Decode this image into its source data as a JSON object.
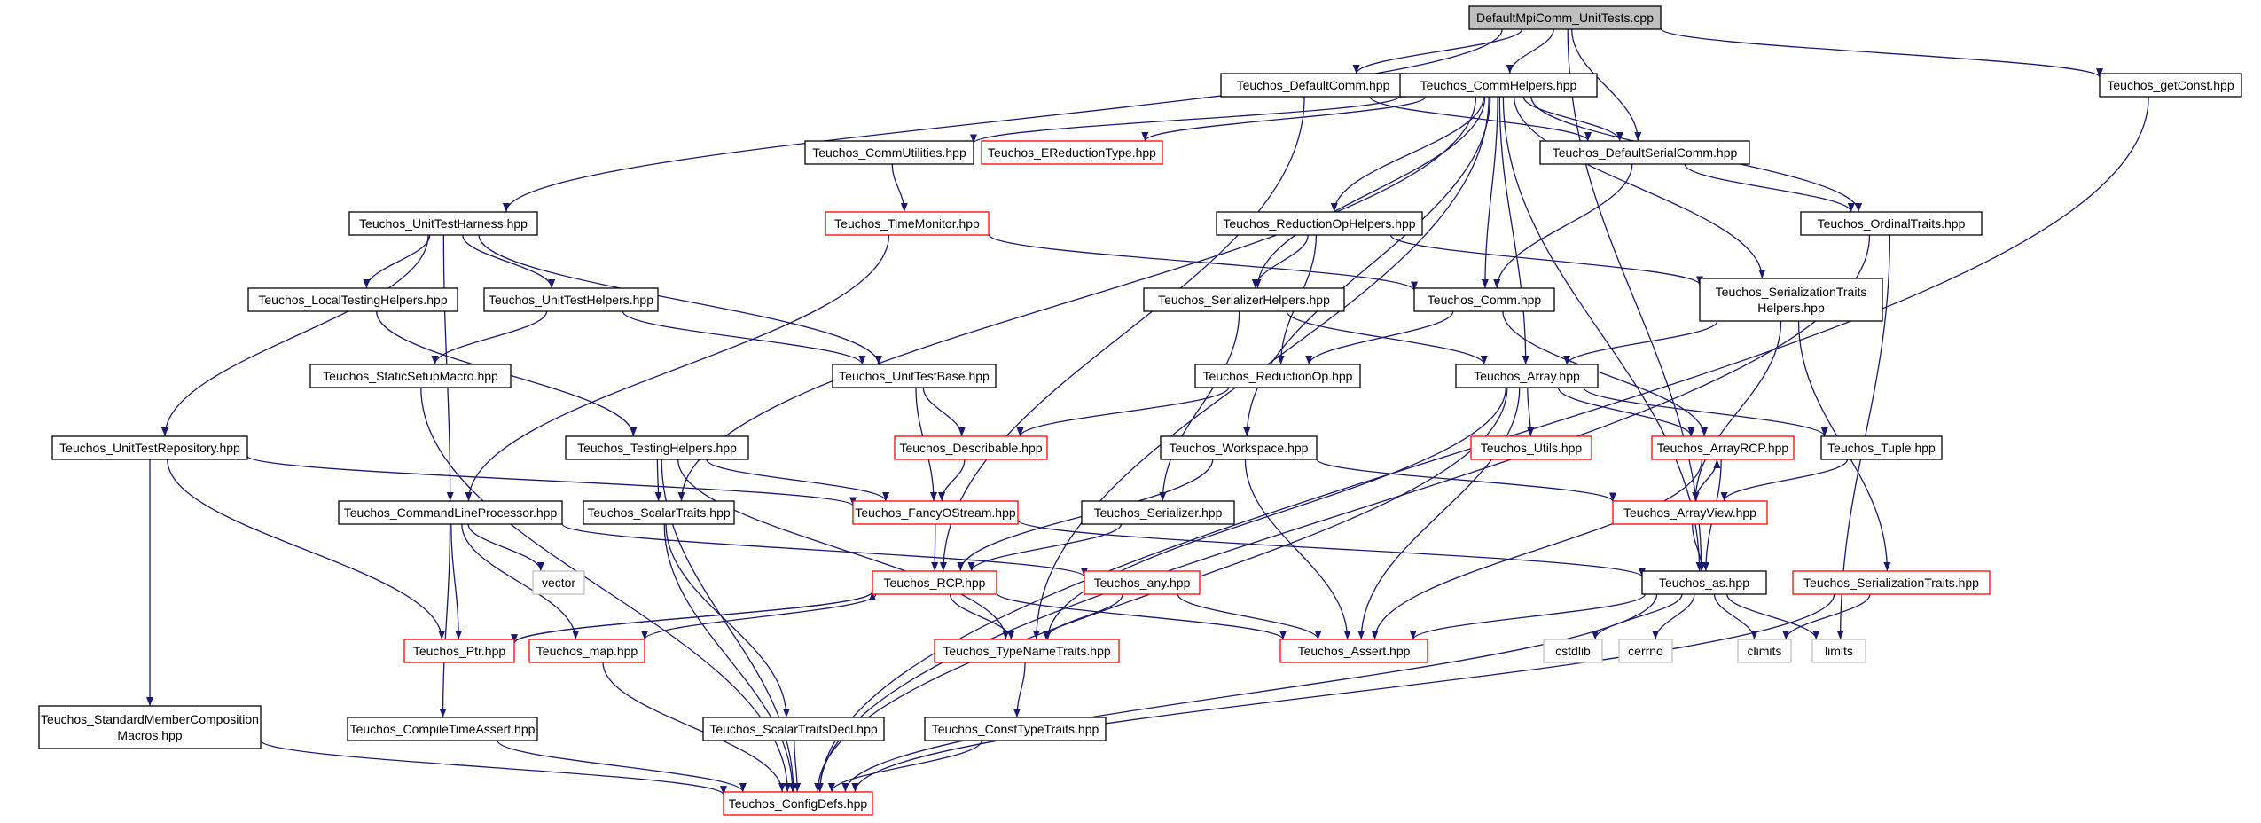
{
  "diagram": {
    "type": "include-dependency-graph",
    "colors": {
      "edge": "#191970",
      "root_fill": "#bfbfbf",
      "documented_border": "#000000",
      "truncated_border": "#ff0000",
      "external_border": "#bfbfbf"
    },
    "nodes": [
      {
        "id": "root",
        "label": "DefaultMpiComm_UnitTests.cpp",
        "style": "root"
      },
      {
        "id": "defcomm",
        "label": "Teuchos_DefaultComm.hpp",
        "style": "normal"
      },
      {
        "id": "commhelpers",
        "label": "Teuchos_CommHelpers.hpp",
        "style": "normal"
      },
      {
        "id": "getconst",
        "label": "Teuchos_getConst.hpp",
        "style": "normal"
      },
      {
        "id": "commutil",
        "label": "Teuchos_CommUtilities.hpp",
        "style": "normal"
      },
      {
        "id": "ereduction",
        "label": "Teuchos_EReductionType.hpp",
        "style": "truncated"
      },
      {
        "id": "defserialcomm",
        "label": "Teuchos_DefaultSerialComm.hpp",
        "style": "normal"
      },
      {
        "id": "unittestharness",
        "label": "Teuchos_UnitTestHarness.hpp",
        "style": "normal"
      },
      {
        "id": "timemonitor",
        "label": "Teuchos_TimeMonitor.hpp",
        "style": "truncated"
      },
      {
        "id": "reductionophelpers",
        "label": "Teuchos_ReductionOpHelpers.hpp",
        "style": "normal"
      },
      {
        "id": "ordinaltraits",
        "label": "Teuchos_OrdinalTraits.hpp",
        "style": "normal"
      },
      {
        "id": "localtesting",
        "label": "Teuchos_LocalTestingHelpers.hpp",
        "style": "normal"
      },
      {
        "id": "unittesthelpers",
        "label": "Teuchos_UnitTestHelpers.hpp",
        "style": "normal"
      },
      {
        "id": "serializerhelpers",
        "label": "Teuchos_SerializerHelpers.hpp",
        "style": "normal"
      },
      {
        "id": "comm",
        "label": "Teuchos_Comm.hpp",
        "style": "normal"
      },
      {
        "id": "sertraitshelpers",
        "lines": [
          "Teuchos_SerializationTraits",
          "Helpers.hpp"
        ],
        "style": "normal"
      },
      {
        "id": "staticsetup",
        "label": "Teuchos_StaticSetupMacro.hpp",
        "style": "normal"
      },
      {
        "id": "unittestbase",
        "label": "Teuchos_UnitTestBase.hpp",
        "style": "normal"
      },
      {
        "id": "reductionop",
        "label": "Teuchos_ReductionOp.hpp",
        "style": "normal"
      },
      {
        "id": "array",
        "label": "Teuchos_Array.hpp",
        "style": "normal"
      },
      {
        "id": "unittestrepo",
        "label": "Teuchos_UnitTestRepository.hpp",
        "style": "normal"
      },
      {
        "id": "testinghelpers",
        "label": "Teuchos_TestingHelpers.hpp",
        "style": "normal"
      },
      {
        "id": "describable",
        "label": "Teuchos_Describable.hpp",
        "style": "truncated"
      },
      {
        "id": "workspace",
        "label": "Teuchos_Workspace.hpp",
        "style": "normal"
      },
      {
        "id": "utils",
        "label": "Teuchos_Utils.hpp",
        "style": "truncated"
      },
      {
        "id": "arrayrcp",
        "label": "Teuchos_ArrayRCP.hpp",
        "style": "truncated"
      },
      {
        "id": "tuple",
        "label": "Teuchos_Tuple.hpp",
        "style": "normal"
      },
      {
        "id": "cmdline",
        "label": "Teuchos_CommandLineProcessor.hpp",
        "style": "normal"
      },
      {
        "id": "scalartraits",
        "label": "Teuchos_ScalarTraits.hpp",
        "style": "normal"
      },
      {
        "id": "fancyostream",
        "label": "Teuchos_FancyOStream.hpp",
        "style": "truncated"
      },
      {
        "id": "serializer",
        "label": "Teuchos_Serializer.hpp",
        "style": "normal"
      },
      {
        "id": "arrayview",
        "label": "Teuchos_ArrayView.hpp",
        "style": "truncated"
      },
      {
        "id": "vector",
        "label": "vector",
        "style": "external"
      },
      {
        "id": "rcp",
        "label": "Teuchos_RCP.hpp",
        "style": "truncated"
      },
      {
        "id": "any",
        "label": "Teuchos_any.hpp",
        "style": "truncated"
      },
      {
        "id": "as",
        "label": "Teuchos_as.hpp",
        "style": "normal"
      },
      {
        "id": "sertraits",
        "label": "Teuchos_SerializationTraits.hpp",
        "style": "truncated"
      },
      {
        "id": "ptr",
        "label": "Teuchos_Ptr.hpp",
        "style": "truncated"
      },
      {
        "id": "map",
        "label": "Teuchos_map.hpp",
        "style": "truncated"
      },
      {
        "id": "typenametraits",
        "label": "Teuchos_TypeNameTraits.hpp",
        "style": "truncated"
      },
      {
        "id": "assert",
        "label": "Teuchos_Assert.hpp",
        "style": "truncated"
      },
      {
        "id": "cstdlib",
        "label": "cstdlib",
        "style": "external"
      },
      {
        "id": "cerrno",
        "label": "cerrno",
        "style": "external"
      },
      {
        "id": "climits",
        "label": "climits",
        "style": "external"
      },
      {
        "id": "limits",
        "label": "limits",
        "style": "external"
      },
      {
        "id": "stdmember",
        "lines": [
          "Teuchos_StandardMemberComposition",
          "Macros.hpp"
        ],
        "style": "normal"
      },
      {
        "id": "compiletimeassert",
        "label": "Teuchos_CompileTimeAssert.hpp",
        "style": "normal"
      },
      {
        "id": "scalartraitsdecl",
        "label": "Teuchos_ScalarTraitsDecl.hpp",
        "style": "normal"
      },
      {
        "id": "consttypetraits",
        "label": "Teuchos_ConstTypeTraits.hpp",
        "style": "normal"
      },
      {
        "id": "configdefs",
        "label": "Teuchos_ConfigDefs.hpp",
        "style": "truncated"
      }
    ],
    "edges": [
      [
        "root",
        "defcomm"
      ],
      [
        "root",
        "commhelpers"
      ],
      [
        "root",
        "getconst"
      ],
      [
        "root",
        "unittestharness"
      ],
      [
        "root",
        "defserialcomm"
      ],
      [
        "root",
        "as"
      ],
      [
        "defcomm",
        "defserialcomm"
      ],
      [
        "defcomm",
        "rcp"
      ],
      [
        "commhelpers",
        "commutil"
      ],
      [
        "commhelpers",
        "ereduction"
      ],
      [
        "commhelpers",
        "defserialcomm"
      ],
      [
        "commhelpers",
        "reductionophelpers"
      ],
      [
        "commhelpers",
        "ordinaltraits"
      ],
      [
        "commhelpers",
        "serializerhelpers"
      ],
      [
        "commhelpers",
        "comm"
      ],
      [
        "commhelpers",
        "sertraitshelpers"
      ],
      [
        "commhelpers",
        "array"
      ],
      [
        "commhelpers",
        "workspace"
      ],
      [
        "commhelpers",
        "as"
      ],
      [
        "commhelpers",
        "scalartraits"
      ],
      [
        "commhelpers",
        "typenametraits"
      ],
      [
        "getconst",
        "configdefs"
      ],
      [
        "commutil",
        "timemonitor"
      ],
      [
        "defserialcomm",
        "comm"
      ],
      [
        "defserialcomm",
        "ordinaltraits"
      ],
      [
        "unittestharness",
        "localtesting"
      ],
      [
        "unittestharness",
        "unittesthelpers"
      ],
      [
        "unittestharness",
        "unittestbase"
      ],
      [
        "unittestharness",
        "unittestrepo"
      ],
      [
        "unittestharness",
        "cmdline"
      ],
      [
        "timemonitor",
        "comm"
      ],
      [
        "timemonitor",
        "cmdline"
      ],
      [
        "reductionophelpers",
        "serializerhelpers"
      ],
      [
        "reductionophelpers",
        "reductionop"
      ],
      [
        "reductionophelpers",
        "sertraitshelpers"
      ],
      [
        "ordinaltraits",
        "limits"
      ],
      [
        "ordinaltraits",
        "configdefs"
      ],
      [
        "localtesting",
        "testinghelpers"
      ],
      [
        "unittesthelpers",
        "staticsetup"
      ],
      [
        "unittesthelpers",
        "unittestbase"
      ],
      [
        "serializerhelpers",
        "array"
      ],
      [
        "serializerhelpers",
        "serializer"
      ],
      [
        "comm",
        "reductionop"
      ],
      [
        "comm",
        "arrayrcp"
      ],
      [
        "sertraitshelpers",
        "array"
      ],
      [
        "sertraitshelpers",
        "sertraits"
      ],
      [
        "sertraitshelpers",
        "arrayview"
      ],
      [
        "staticsetup",
        "configdefs"
      ],
      [
        "unittestbase",
        "describable"
      ],
      [
        "unittestbase",
        "fancyostream"
      ],
      [
        "reductionop",
        "describable"
      ],
      [
        "array",
        "utils"
      ],
      [
        "array",
        "arrayrcp"
      ],
      [
        "array",
        "tuple"
      ],
      [
        "array",
        "assert"
      ],
      [
        "array",
        "typenametraits"
      ],
      [
        "array",
        "configdefs"
      ],
      [
        "unittestrepo",
        "fancyostream"
      ],
      [
        "unittestrepo",
        "ptr"
      ],
      [
        "unittestrepo",
        "stdmember"
      ],
      [
        "testinghelpers",
        "fancyostream"
      ],
      [
        "testinghelpers",
        "scalartraits"
      ],
      [
        "testinghelpers",
        "typenametraits"
      ],
      [
        "testinghelpers",
        "configdefs"
      ],
      [
        "describable",
        "fancyostream"
      ],
      [
        "workspace",
        "arrayview"
      ],
      [
        "workspace",
        "rcp"
      ],
      [
        "workspace",
        "assert"
      ],
      [
        "arrayrcp",
        "arrayview"
      ],
      [
        "arrayrcp",
        "as"
      ],
      [
        "arrayrcp",
        "assert"
      ],
      [
        "tuple",
        "arrayview"
      ],
      [
        "cmdline",
        "vector"
      ],
      [
        "cmdline",
        "any"
      ],
      [
        "cmdline",
        "ptr"
      ],
      [
        "cmdline",
        "map"
      ],
      [
        "cmdline",
        "compiletimeassert"
      ],
      [
        "scalartraits",
        "scalartraitsdecl"
      ],
      [
        "scalartraits",
        "configdefs"
      ],
      [
        "fancyostream",
        "rcp"
      ],
      [
        "fancyostream",
        "as"
      ],
      [
        "serializer",
        "rcp"
      ],
      [
        "arrayview",
        "arrayrcp"
      ],
      [
        "arrayview",
        "as"
      ],
      [
        "rcp",
        "ptr"
      ],
      [
        "rcp",
        "map"
      ],
      [
        "rcp",
        "typenametraits"
      ],
      [
        "rcp",
        "assert"
      ],
      [
        "any",
        "typenametraits"
      ],
      [
        "any",
        "assert"
      ],
      [
        "as",
        "assert"
      ],
      [
        "as",
        "cstdlib"
      ],
      [
        "as",
        "cerrno"
      ],
      [
        "as",
        "climits"
      ],
      [
        "as",
        "limits"
      ],
      [
        "as",
        "configdefs"
      ],
      [
        "sertraits",
        "climits"
      ],
      [
        "sertraits",
        "configdefs"
      ],
      [
        "ptr",
        "rcp"
      ],
      [
        "map",
        "configdefs"
      ],
      [
        "typenametraits",
        "consttypetraits"
      ],
      [
        "stdmember",
        "configdefs"
      ],
      [
        "compiletimeassert",
        "configdefs"
      ],
      [
        "scalartraitsdecl",
        "configdefs"
      ],
      [
        "consttypetraits",
        "configdefs"
      ]
    ]
  }
}
